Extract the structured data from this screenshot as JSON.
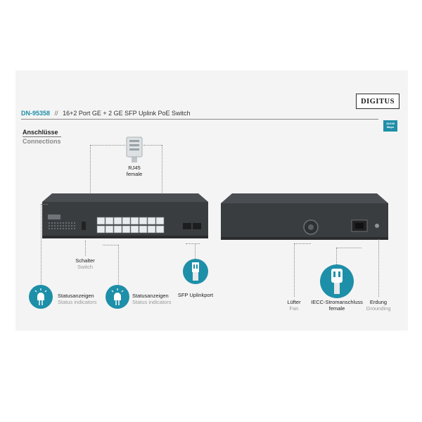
{
  "brand": "DIGITUS",
  "header": {
    "model": "DN-95358",
    "separator": "//",
    "product": "16+2 Port GE + 2 GE SFP Uplink PoE Switch",
    "badge_line1": "10/100",
    "badge_line2": "Mbps"
  },
  "section": {
    "title": "Anschlüsse",
    "subtitle": "Connections"
  },
  "labels": {
    "rj45": {
      "line1": "RJ45",
      "line2": "female"
    },
    "switch": {
      "de": "Schalter",
      "en": "Switch"
    },
    "status1": {
      "de": "Statusanzeigen",
      "en": "Status indicators"
    },
    "status2": {
      "de": "Statusanzeigen",
      "en": "Status indicators"
    },
    "sfp": {
      "de": "SFP Uplinkport"
    },
    "fan": {
      "de": "Lüfter",
      "en": "Fan"
    },
    "iec": {
      "line1": "IECC-Stromanschluss",
      "line2": "female"
    },
    "ground": {
      "de": "Erdung",
      "en": "Grounding"
    }
  },
  "colors": {
    "accent": "#1e8fa8",
    "panel": "#f4f4f4",
    "device": "#3a3d40"
  },
  "icons": [
    "rj45-plug-icon",
    "led-indicator-icon",
    "sfp-module-icon",
    "iec-plug-icon"
  ]
}
